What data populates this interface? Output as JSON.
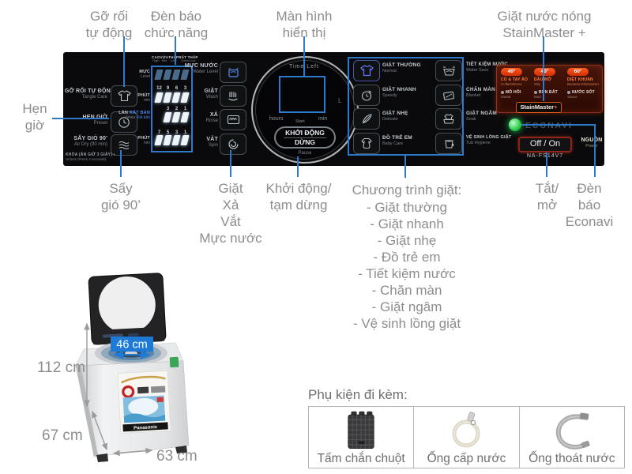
{
  "colors": {
    "callout_line": "#2e79c9",
    "callout_text": "#8d8d8d",
    "badge_blue": "#1e7ad4",
    "panel_bg": "#0a0a0c",
    "stain_red": "#e8430f",
    "econavi_green": "#2ecc54"
  },
  "callouts": {
    "tangle_care": "Gỡ rối\ntự động",
    "function_lights": "Đèn báo\nchức năng",
    "display": "Màn hình\nhiển thị",
    "hot_wash": "Giặt nước nóng\nStainMaster +",
    "preset": "Hẹn\ngiờ",
    "air_dry": "Sấy\ngió 90’",
    "wash_levels": "Giặt\nXả\nVắt\nMực nước",
    "start_pause": "Khởi động/\ntạm dừng",
    "programs_title": "Chương trình giặt:",
    "programs": [
      "- Giặt thường",
      "- Giặt nhanh",
      "- Giặt nhẹ",
      "- Đồ trẻ em",
      "- Tiết kiệm nước",
      "- Chăn màn",
      "- Giặt ngâm",
      "- Vệ sinh lồng giặt"
    ],
    "power": "Tắt/\nmở",
    "econavi_light": "Đèn\nbáo\nEconavi"
  },
  "panel": {
    "left_buttons": [
      {
        "vi": "GỠ RỐI TỰ ĐỘNG",
        "en": "Tangle Care"
      },
      {
        "vi": "HẸN GIỜ",
        "en": "Preset"
      },
      {
        "vi": "SẤY GIÓ 90'",
        "en": "Air Dry (90 min)"
      }
    ],
    "lock_vi": "KHÓA (ẤN GIỮ 3 GIÂY) •",
    "lock_en": "Unlock (Press 3 seconds)",
    "level_header": [
      {
        "vi": "CAO",
        "en": "High"
      },
      {
        "vi": "VỪA",
        "en": "Mid"
      },
      {
        "vi": "THẤP",
        "en": "Low"
      },
      {
        "vi": "RẤT THẤP",
        "en": "Extra Low"
      }
    ],
    "rows": {
      "level": {
        "vi": "MỰC",
        "en": "Level"
      },
      "wash_minutes": {
        "numbers": [
          "12",
          "9",
          "6",
          "3"
        ],
        "vi": "PHÚT",
        "en": "min"
      },
      "rinse_times": {
        "numbers": [
          "3",
          "2",
          "1"
        ],
        "vi": "LẦN",
        "en": "times",
        "extra_vi": "RẤT BẨN",
        "extra_en": "Rất bẩn"
      },
      "spin_minutes": {
        "numbers": [
          "7",
          "5",
          "3",
          "1"
        ],
        "vi": "PHÚT",
        "en": "min"
      }
    },
    "cycle_buttons": [
      {
        "vi": "MỰC NƯỚC",
        "en": "Water Level"
      },
      {
        "vi": "GIẶT",
        "en": "Wash"
      },
      {
        "vi": "XẢ",
        "en": "Rinse"
      },
      {
        "vi": "VẮT",
        "en": "Spin"
      }
    ],
    "display": {
      "title": "Time Left",
      "hours": "hours",
      "start": "Start",
      "min": "min",
      "unit": "L",
      "start_vi": "KHỞI ĐỘNG",
      "stop_vi": "DỪNG",
      "pause_en": "Pause"
    },
    "programs_col1": [
      {
        "vi": "GIẶT THƯỜNG",
        "en": "Normal"
      },
      {
        "vi": "GIẶT NHANH",
        "en": "Speedy"
      },
      {
        "vi": "GIẶT NHẸ",
        "en": "Delicate"
      },
      {
        "vi": "ĐỒ TRẺ EM",
        "en": "Baby Care"
      }
    ],
    "programs_col2": [
      {
        "vi": "TIẾT KIỆM NƯỚC",
        "en": "Water Save"
      },
      {
        "vi": "CHĂN MÀN",
        "en": "Blanket"
      },
      {
        "vi": "GIẶT NGÂM",
        "en": "Soak"
      },
      {
        "vi": "VỆ SINH LỒNG GIẶT",
        "en": "Tub Hygiene"
      }
    ],
    "stainmaster": {
      "temps": [
        "40°",
        "40°",
        "60°"
      ],
      "top": [
        {
          "vi": "CỔ & TAY ÁO",
          "en": "Collar/Sleeve"
        },
        {
          "vi": "DẦU MỠ",
          "en": "Oily"
        },
        {
          "vi": "DIỆT KHUẨN",
          "en": "Bacteria Elimination"
        }
      ],
      "bottom": [
        {
          "vi": "MỒ HÔI",
          "en": "Sweat"
        },
        {
          "vi": "BÙN ĐẤT",
          "en": "Mud"
        },
        {
          "vi": "NƯỚC SỐT",
          "en": "Sauce"
        }
      ],
      "button": "StainMaster",
      "plus": "+"
    },
    "econavi": "ECONAVI",
    "power": {
      "button": "Off / On",
      "vi": "NGUỒN",
      "en": "Power"
    },
    "model": "NA-FS14V7"
  },
  "machine": {
    "brand": "Panasonic",
    "tub_width": "46 cm",
    "height": "112 cm",
    "depth": "67 cm",
    "width": "63 cm"
  },
  "accessories": {
    "title": "Phụ kiện đi kèm:",
    "items": [
      {
        "label": "Tấm chắn chuột"
      },
      {
        "label": "Ống cấp nước"
      },
      {
        "label": "Ống thoát nước"
      }
    ]
  }
}
